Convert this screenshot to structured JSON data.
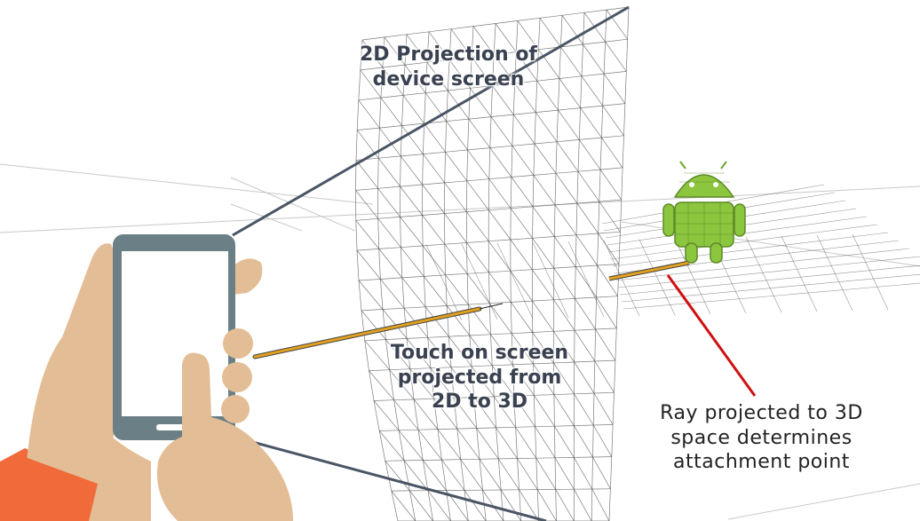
{
  "labels": {
    "projection": [
      "2D Projection of",
      "device screen"
    ],
    "touch": [
      "Touch on screen",
      "projected from",
      "2D to 3D"
    ],
    "ray": [
      "Ray projected to 3D",
      "space determines",
      "attachment point"
    ]
  },
  "colors": {
    "ray": "#e0a020",
    "pointer_line": "#d01010",
    "phone_body": "#6b7f86",
    "phone_screen": "#ffffff",
    "skin": "#e3bd95",
    "sleeve": "#f06a3a",
    "android": "#8cc63f",
    "mesh": "#505050",
    "frustum": "#4a5566"
  },
  "icons": [
    "hand-holding-phone-icon",
    "android-robot-icon"
  ]
}
